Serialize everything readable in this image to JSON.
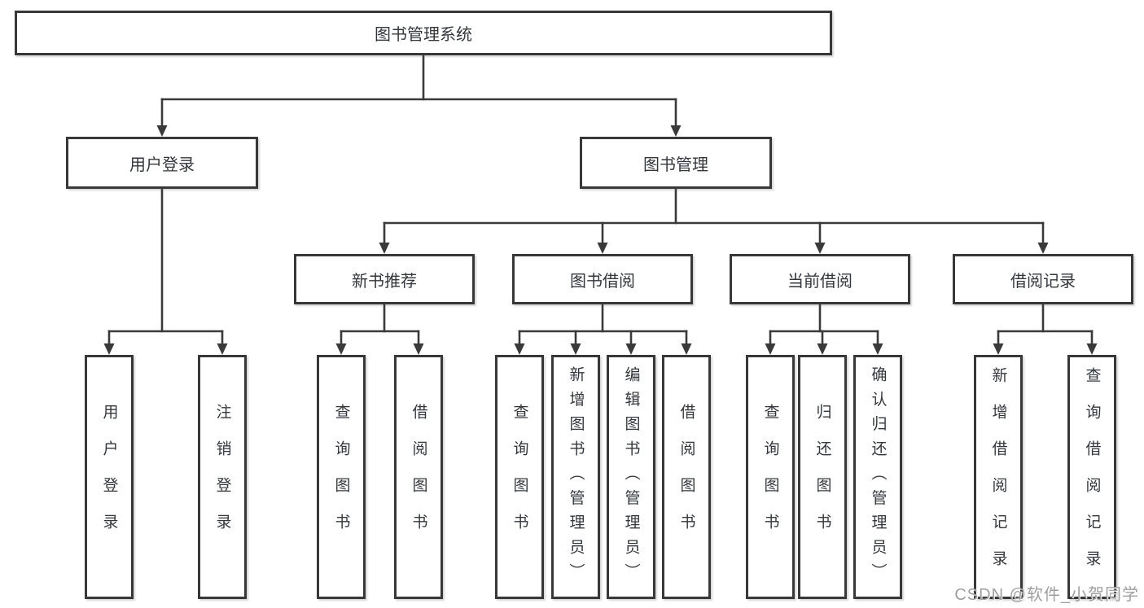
{
  "colors": {
    "line": "#3a3a3a",
    "box_border": "#383838",
    "box_fill": "#ffffff",
    "text": "#33373d",
    "watermark_text_color": "#9f9f9f"
  },
  "tree": {
    "root": {
      "label": "图书管理系统",
      "children": [
        {
          "label": "用户登录",
          "children": [
            {
              "label": "用户登录"
            },
            {
              "label": "注销登录"
            }
          ]
        },
        {
          "label": "图书管理",
          "children": [
            {
              "label": "新书推荐",
              "children": [
                {
                  "label": "查询图书"
                },
                {
                  "label": "借阅图书"
                }
              ]
            },
            {
              "label": "图书借阅",
              "children": [
                {
                  "label": "查询图书"
                },
                {
                  "label": "新增图书（管理员）"
                },
                {
                  "label": "编辑图书（管理员）"
                },
                {
                  "label": "借阅图书"
                }
              ]
            },
            {
              "label": "当前借阅",
              "children": [
                {
                  "label": "查询图书"
                },
                {
                  "label": "归还图书"
                },
                {
                  "label": "确认归还（管理员）"
                }
              ]
            },
            {
              "label": "借阅记录",
              "children": [
                {
                  "label": "新增借阅记录"
                },
                {
                  "label": "查询借阅记录"
                }
              ]
            }
          ]
        }
      ]
    }
  },
  "watermark": {
    "text": "CSDN @软件_小贺同学"
  }
}
